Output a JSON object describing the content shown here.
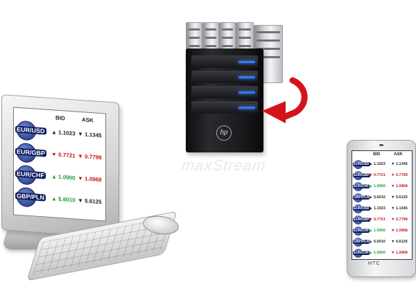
{
  "server": {
    "watermark": "maxStream",
    "logo": "hp"
  },
  "desktop": {
    "headers": {
      "bid": "BID",
      "ask": "ASK"
    },
    "rows": [
      {
        "pair": "EUR/USD",
        "bid": "▲ 1.1023",
        "ask": "▼ 1.1345",
        "trend": "flat"
      },
      {
        "pair": "EUR/GBP",
        "bid": "▼ 0.7721",
        "ask": "▼ 0.7799",
        "trend": "down"
      },
      {
        "pair": "EUR/CHF",
        "bid": "▲ 1.0900",
        "ask": "▼ 1.0968",
        "trend": "up"
      },
      {
        "pair": "GBP/PLN",
        "bid": "▲ 5.6010",
        "ask": "▼ 5.6125",
        "trend": "up"
      }
    ]
  },
  "phone": {
    "brand": "HTC",
    "headers": {
      "bid": "BID",
      "ask": "ASK"
    },
    "rows": [
      {
        "pair": "EUR/USD",
        "bid": "▲ 1.1023",
        "ask": "▼ 1.1345",
        "trend": "flat"
      },
      {
        "pair": "EUR/GBP",
        "bid": "▼ 0.7721",
        "ask": "▼ 0.7799",
        "trend": "down"
      },
      {
        "pair": "EUR/CHF",
        "bid": "▲ 1.0900",
        "ask": "▼ 1.0968",
        "trend": "up"
      },
      {
        "pair": "GBP/PLN",
        "bid": "▲ 5.6010",
        "ask": "▼ 5.6125",
        "trend": "flat"
      },
      {
        "pair": "EUR/USD",
        "bid": "▲ 1.1023",
        "ask": "▼ 1.1345",
        "trend": "flat"
      },
      {
        "pair": "EUR/GBP",
        "bid": "▼ 0.7721",
        "ask": "▼ 0.7799",
        "trend": "down"
      },
      {
        "pair": "EUR/CHF",
        "bid": "▲ 1.0900",
        "ask": "▼ 1.0968",
        "trend": "up"
      },
      {
        "pair": "GBP/PLN",
        "bid": "▲ 5.6010",
        "ask": "▼ 5.6125",
        "trend": "flat"
      },
      {
        "pair": "EUR/CHF",
        "bid": "▲ 1.0900",
        "ask": "▼ 1.0968",
        "trend": "up"
      }
    ]
  },
  "colors": {
    "up": "#1d9b2f",
    "down": "#c41414",
    "arrow": "#d4141a",
    "led": "#2f7bff"
  }
}
